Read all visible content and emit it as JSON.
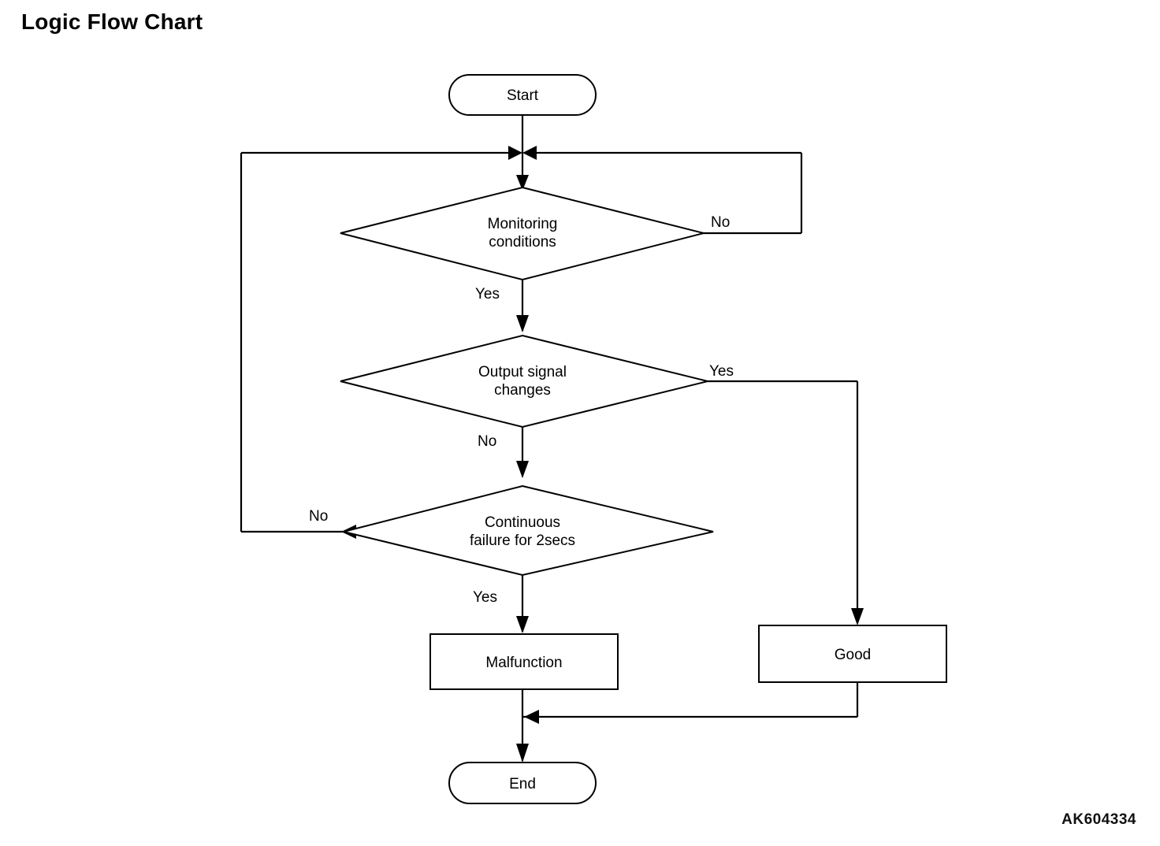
{
  "page": {
    "title": "Logic Flow Chart",
    "reference_code": "AK604334",
    "background_color": "#ffffff",
    "line_color": "#000000"
  },
  "chart_data": {
    "type": "diagram",
    "title": "Logic Flow Chart",
    "diagram_kind": "flowchart",
    "nodes": [
      {
        "id": "start",
        "shape": "stadium",
        "label": "Start"
      },
      {
        "id": "monitoring",
        "shape": "diamond",
        "label": "Monitoring conditions",
        "label_lines": [
          "Monitoring",
          "conditions"
        ]
      },
      {
        "id": "output",
        "shape": "diamond",
        "label": "Output signal changes",
        "label_lines": [
          "Output signal",
          "changes"
        ]
      },
      {
        "id": "continuous",
        "shape": "diamond",
        "label": "Continuous failure for 2secs",
        "label_lines": [
          "Continuous",
          "failure for 2secs"
        ]
      },
      {
        "id": "malfunction",
        "shape": "rectangle",
        "label": "Malfunction"
      },
      {
        "id": "good",
        "shape": "rectangle",
        "label": "Good"
      },
      {
        "id": "end",
        "shape": "stadium",
        "label": "End"
      }
    ],
    "edges": [
      {
        "from": "start",
        "to": "monitoring",
        "label": ""
      },
      {
        "from": "monitoring",
        "to": "start-join",
        "label": "No"
      },
      {
        "from": "monitoring",
        "to": "output",
        "label": "Yes"
      },
      {
        "from": "output",
        "to": "good",
        "label": "Yes"
      },
      {
        "from": "output",
        "to": "continuous",
        "label": "No"
      },
      {
        "from": "continuous",
        "to": "start-join",
        "label": "No"
      },
      {
        "from": "continuous",
        "to": "malfunction",
        "label": "Yes"
      },
      {
        "from": "malfunction",
        "to": "end",
        "label": ""
      },
      {
        "from": "good",
        "to": "end",
        "label": ""
      }
    ],
    "edge_labels": {
      "monitoring_no": "No",
      "monitoring_yes": "Yes",
      "output_yes": "Yes",
      "output_no": "No",
      "continuous_no": "No",
      "continuous_yes": "Yes"
    }
  },
  "nodes": {
    "start": {
      "label": "Start"
    },
    "monitoring": {
      "line1": "Monitoring",
      "line2": "conditions"
    },
    "output": {
      "line1": "Output signal",
      "line2": "changes"
    },
    "continuous": {
      "line1": "Continuous",
      "line2": "failure for 2secs"
    },
    "malfunction": {
      "label": "Malfunction"
    },
    "good": {
      "label": "Good"
    },
    "end": {
      "label": "End"
    }
  },
  "labels": {
    "monitoring_no": "No",
    "monitoring_yes": "Yes",
    "output_yes": "Yes",
    "output_no": "No",
    "continuous_no": "No",
    "continuous_yes": "Yes"
  }
}
